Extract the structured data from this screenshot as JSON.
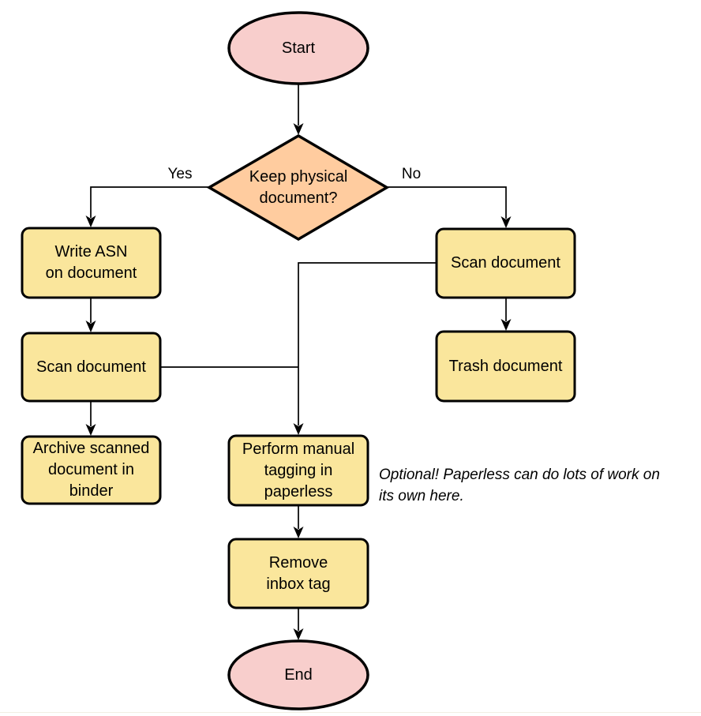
{
  "colors": {
    "pink": "#f8cecc",
    "orange": "#ffcc9f",
    "yellow": "#fae69c",
    "stroke": "#000000"
  },
  "nodes": {
    "start": {
      "label": "Start",
      "type": "terminator"
    },
    "decision": {
      "label": "Keep physical\ndocument?",
      "type": "decision"
    },
    "write_asn": {
      "label": "Write ASN\non document",
      "type": "process"
    },
    "scan_left": {
      "label": "Scan document",
      "type": "process"
    },
    "archive": {
      "label": "Archive scanned\ndocument in\nbinder",
      "type": "process"
    },
    "scan_right": {
      "label": "Scan document",
      "type": "process"
    },
    "trash": {
      "label": "Trash document",
      "type": "process"
    },
    "tagging": {
      "label": "Perform manual\ntagging in\npaperless",
      "type": "process"
    },
    "remove_inbox": {
      "label": "Remove\ninbox tag",
      "type": "process"
    },
    "end": {
      "label": "End",
      "type": "terminator"
    }
  },
  "edge_labels": {
    "yes": "Yes",
    "no": "No"
  },
  "annotation": {
    "text": "Optional! Paperless can do lots of work on\nits own here."
  }
}
